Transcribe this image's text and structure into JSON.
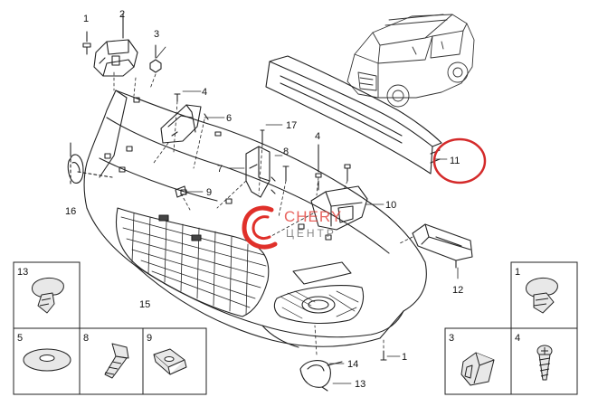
{
  "callouts": [
    {
      "id": "c1",
      "text": "1"
    },
    {
      "id": "c2",
      "text": "2"
    },
    {
      "id": "c3",
      "text": "3"
    },
    {
      "id": "c4a",
      "text": "4"
    },
    {
      "id": "c6",
      "text": "6"
    },
    {
      "id": "c17",
      "text": "17"
    },
    {
      "id": "c4b",
      "text": "4"
    },
    {
      "id": "c8",
      "text": "8"
    },
    {
      "id": "c7",
      "text": "7"
    },
    {
      "id": "c9",
      "text": "9"
    },
    {
      "id": "c16",
      "text": "16"
    },
    {
      "id": "c10",
      "text": "10"
    },
    {
      "id": "c11",
      "text": "11"
    },
    {
      "id": "c12",
      "text": "12"
    },
    {
      "id": "c15",
      "text": "15"
    },
    {
      "id": "c1b",
      "text": "1"
    },
    {
      "id": "c14",
      "text": "14"
    },
    {
      "id": "c13",
      "text": "13"
    }
  ],
  "legend_boxes": [
    {
      "id": "box-13",
      "label": "13"
    },
    {
      "id": "box-5",
      "label": "5"
    },
    {
      "id": "box-8",
      "label": "8"
    },
    {
      "id": "box-9",
      "label": "9"
    },
    {
      "id": "box-1",
      "label": "1"
    },
    {
      "id": "box-3",
      "label": "3"
    },
    {
      "id": "box-4",
      "label": "4"
    }
  ],
  "watermark": {
    "line1": "CHERY",
    "line2": "ЦЕНТР",
    "color": "#e0302a"
  },
  "highlight": {
    "target": "11",
    "color": "#d42a2a"
  }
}
